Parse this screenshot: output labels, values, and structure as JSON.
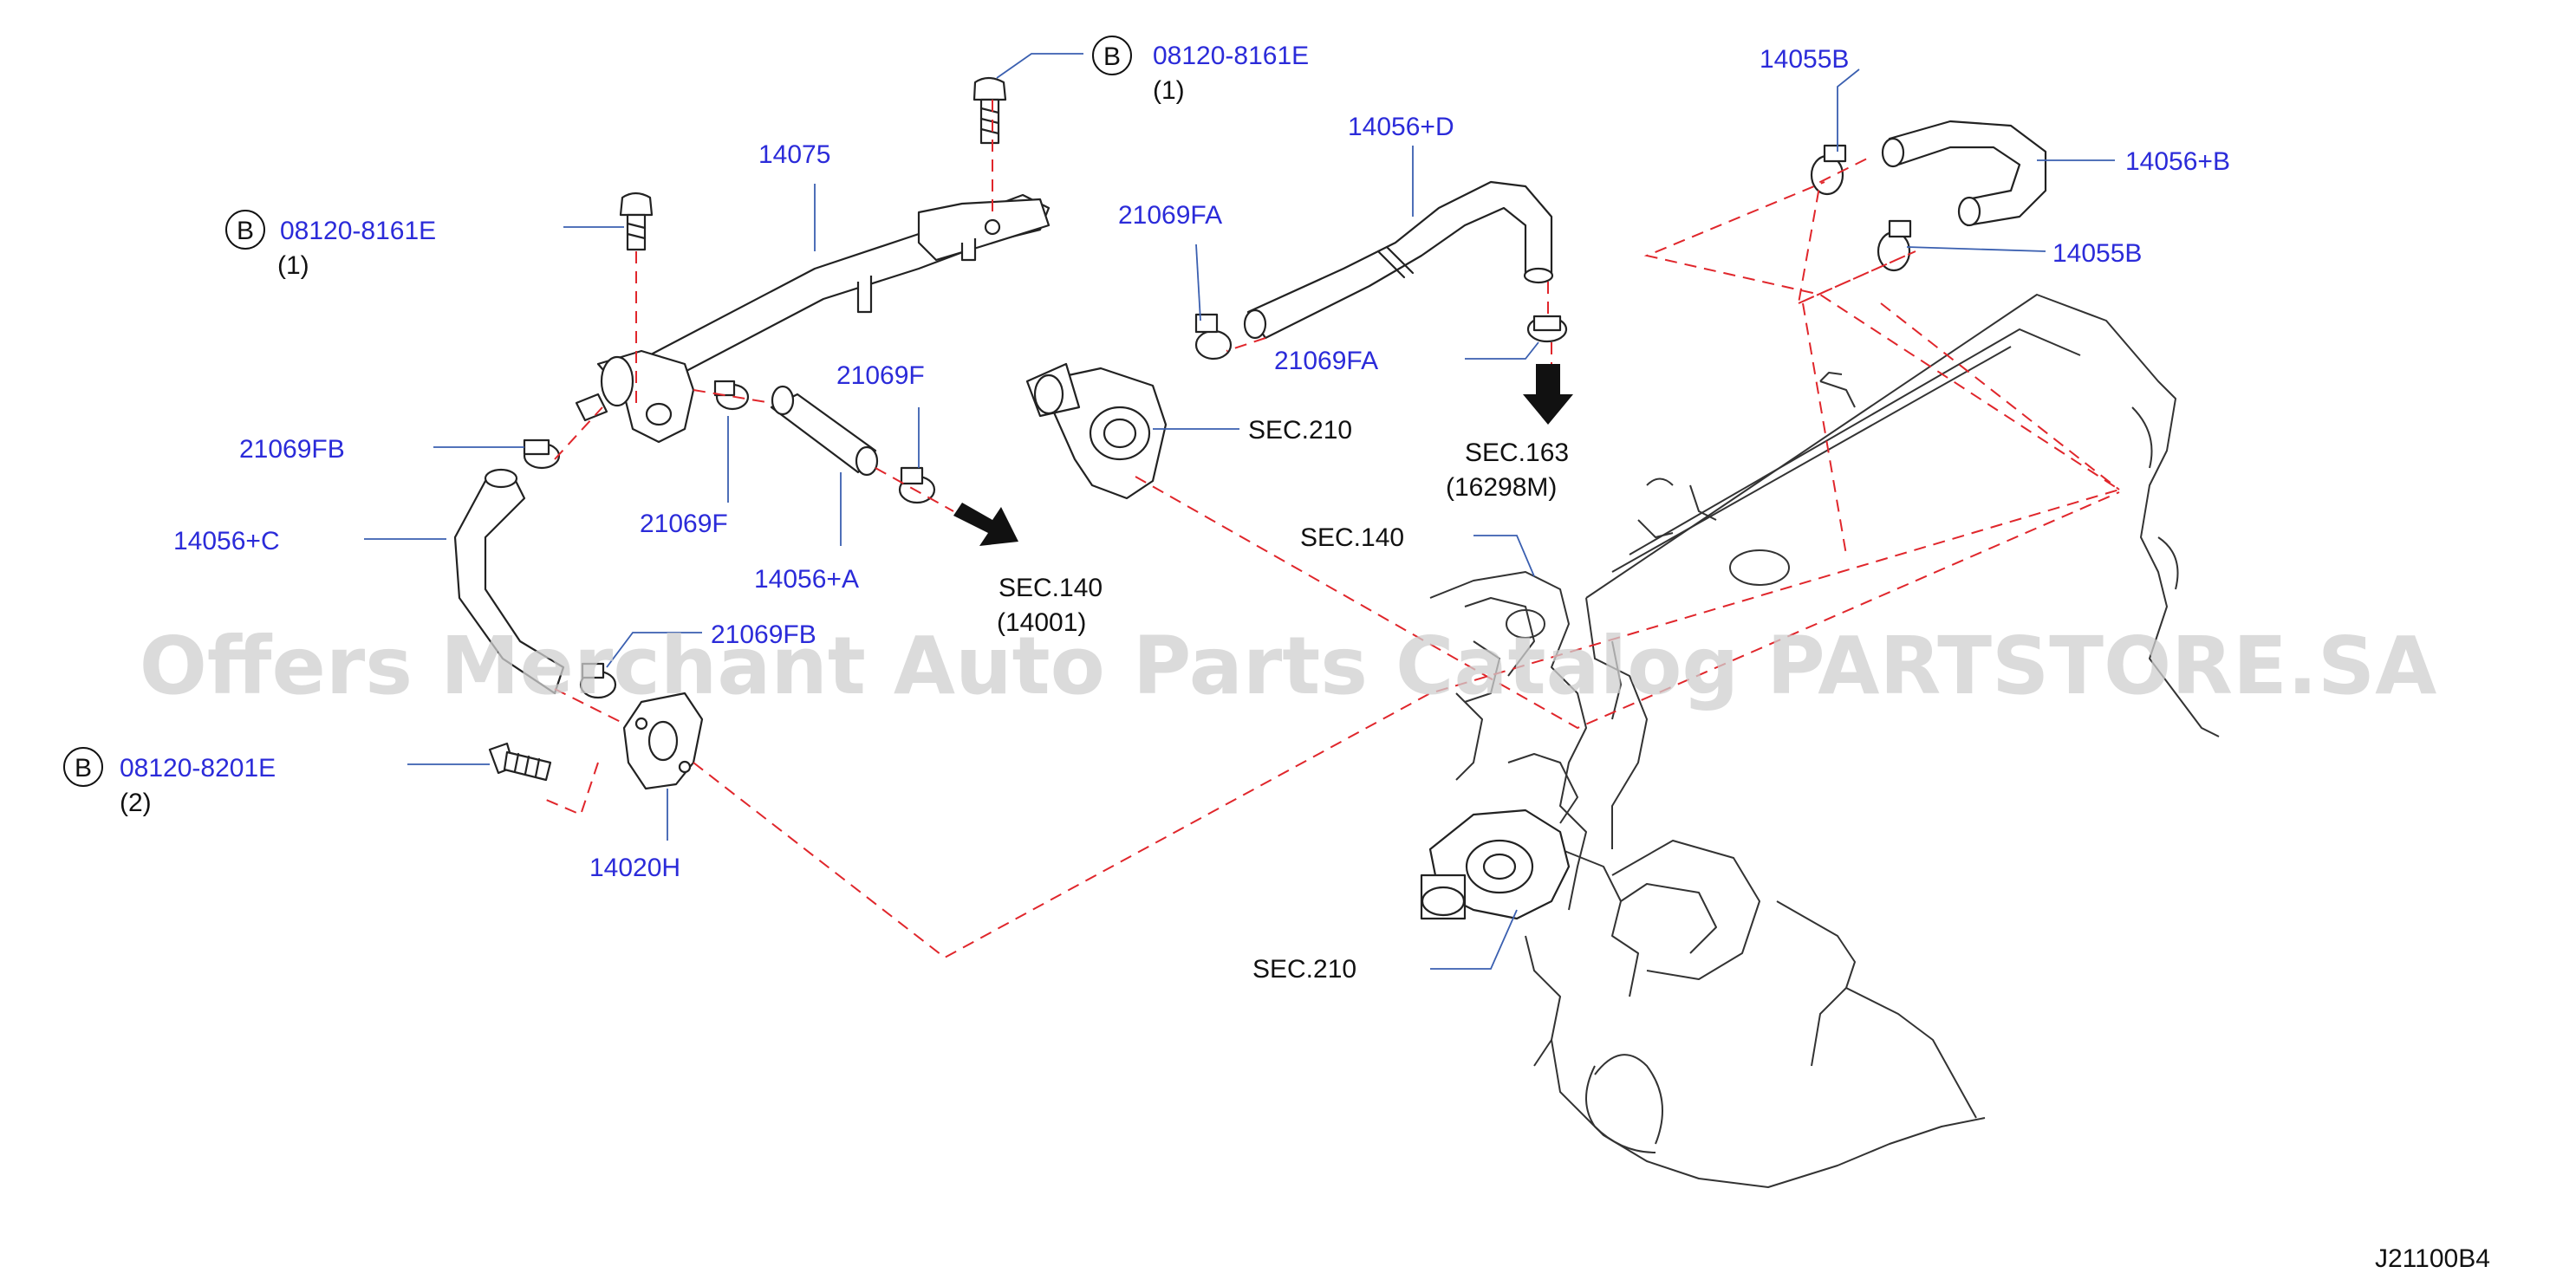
{
  "labels": {
    "bolt_top_b": "B",
    "bolt_top_code": "08120-8161E",
    "bolt_top_qty": "(1)",
    "bolt_left_b": "B",
    "bolt_left_code": "08120-8161E",
    "bolt_left_qty": "(1)",
    "bolt_bottom_b": "B",
    "bolt_bottom_code": "08120-8201E",
    "bolt_bottom_qty": "(2)",
    "pipe_14075": "14075",
    "hose_14056D": "14056+D",
    "clamp_14055B_top": "14055B",
    "hose_14056B": "14056+B",
    "clamp_14055B_right": "14055B",
    "clamp_21069FA_top": "21069FA",
    "clamp_21069FA_right": "21069FA",
    "sec210_top": "SEC.210",
    "sec163": "SEC.163",
    "sec163_sub": "(16298M)",
    "clamp_21069F_upper": "21069F",
    "clamp_21069F_lower": "21069F",
    "clamp_21069FB_left": "21069FB",
    "hose_14056C": "14056+C",
    "hose_14056A": "14056+A",
    "sec140_left": "SEC.140",
    "sec140_left_sub": "(14001)",
    "sec140_right": "SEC.140",
    "clamp_21069FB_lower": "21069FB",
    "flange_14020H": "14020H",
    "sec210_bottom": "SEC.210",
    "diagram_code": "J21100B4"
  },
  "watermark": "Offers Merchant Auto Parts Catalog PARTSTORE.SA",
  "colors": {
    "part_number_label": "#2b2bd9",
    "section_label": "#111111",
    "leader_line": "#3a5fb0",
    "dashed_connector": "#e0262b",
    "watermark": "#cfcfcf"
  }
}
